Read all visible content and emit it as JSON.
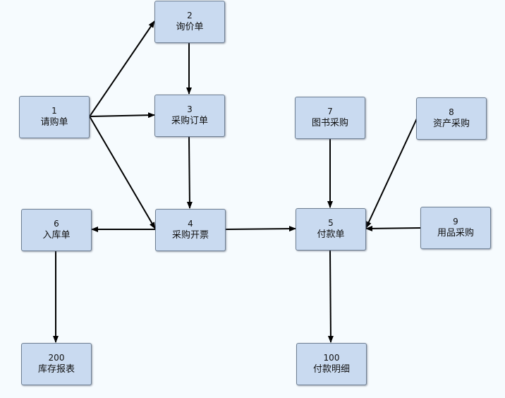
{
  "diagram": {
    "nodes": [
      {
        "id": "n1",
        "number": "1",
        "label": "请购单"
      },
      {
        "id": "n2",
        "number": "2",
        "label": "询价单"
      },
      {
        "id": "n3",
        "number": "3",
        "label": "采购订单"
      },
      {
        "id": "n4",
        "number": "4",
        "label": "采购开票"
      },
      {
        "id": "n5",
        "number": "5",
        "label": "付款单"
      },
      {
        "id": "n6",
        "number": "6",
        "label": "入库单"
      },
      {
        "id": "n7",
        "number": "7",
        "label": "图书采购"
      },
      {
        "id": "n8",
        "number": "8",
        "label": "资产采购"
      },
      {
        "id": "n9",
        "number": "9",
        "label": "用品采购"
      },
      {
        "id": "n200",
        "number": "200",
        "label": "库存报表"
      },
      {
        "id": "n100",
        "number": "100",
        "label": "付款明细"
      }
    ],
    "edges": [
      {
        "from": "1",
        "to": "2"
      },
      {
        "from": "1",
        "to": "3"
      },
      {
        "from": "1",
        "to": "4"
      },
      {
        "from": "2",
        "to": "3"
      },
      {
        "from": "3",
        "to": "4"
      },
      {
        "from": "4",
        "to": "6"
      },
      {
        "from": "4",
        "to": "5"
      },
      {
        "from": "7",
        "to": "5"
      },
      {
        "from": "8",
        "to": "5"
      },
      {
        "from": "9",
        "to": "5"
      },
      {
        "from": "6",
        "to": "200"
      },
      {
        "from": "5",
        "to": "100"
      }
    ],
    "colors": {
      "background": "#f6fbfe",
      "node_fill": "#c9daf0",
      "node_border": "#6e7f93",
      "edge": "#000000"
    }
  }
}
